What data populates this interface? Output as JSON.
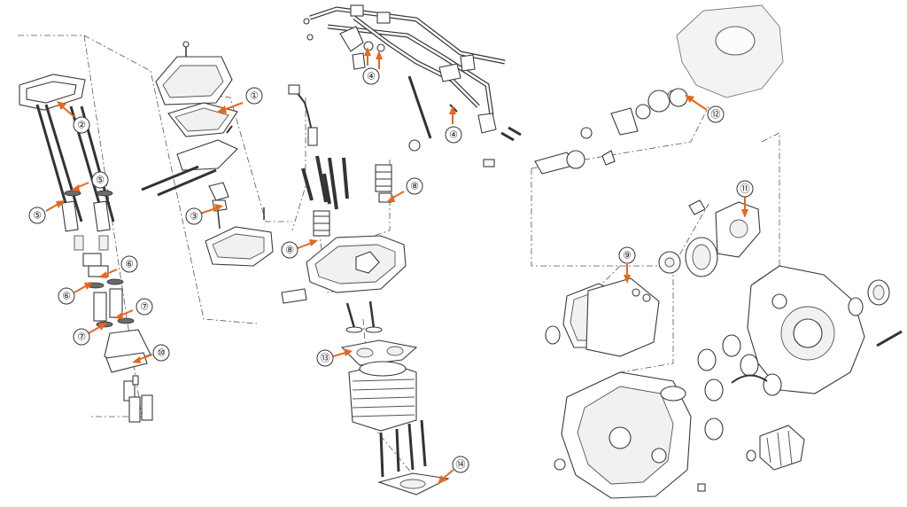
{
  "accent_color": "#e8671c",
  "line_color": "#3a3a3a",
  "callouts": [
    {
      "id": "c1a",
      "label": "①"
    },
    {
      "id": "c2a",
      "label": "②"
    },
    {
      "id": "c3a",
      "label": "③"
    },
    {
      "id": "c4a",
      "label": "④"
    },
    {
      "id": "c4b",
      "label": "④"
    },
    {
      "id": "c5a",
      "label": "⑤"
    },
    {
      "id": "c5b",
      "label": "⑤"
    },
    {
      "id": "c6a",
      "label": "⑥"
    },
    {
      "id": "c6b",
      "label": "⑥"
    },
    {
      "id": "c7a",
      "label": "⑦"
    },
    {
      "id": "c7b",
      "label": "⑦"
    },
    {
      "id": "c8a",
      "label": "⑧"
    },
    {
      "id": "c8b",
      "label": "⑧"
    },
    {
      "id": "c9a",
      "label": "⑨"
    },
    {
      "id": "c10a",
      "label": "⑩"
    },
    {
      "id": "c11a",
      "label": "⑪"
    },
    {
      "id": "c12a",
      "label": "⑫"
    },
    {
      "id": "c13a",
      "label": "⑬"
    },
    {
      "id": "c14a",
      "label": "⑭"
    }
  ]
}
